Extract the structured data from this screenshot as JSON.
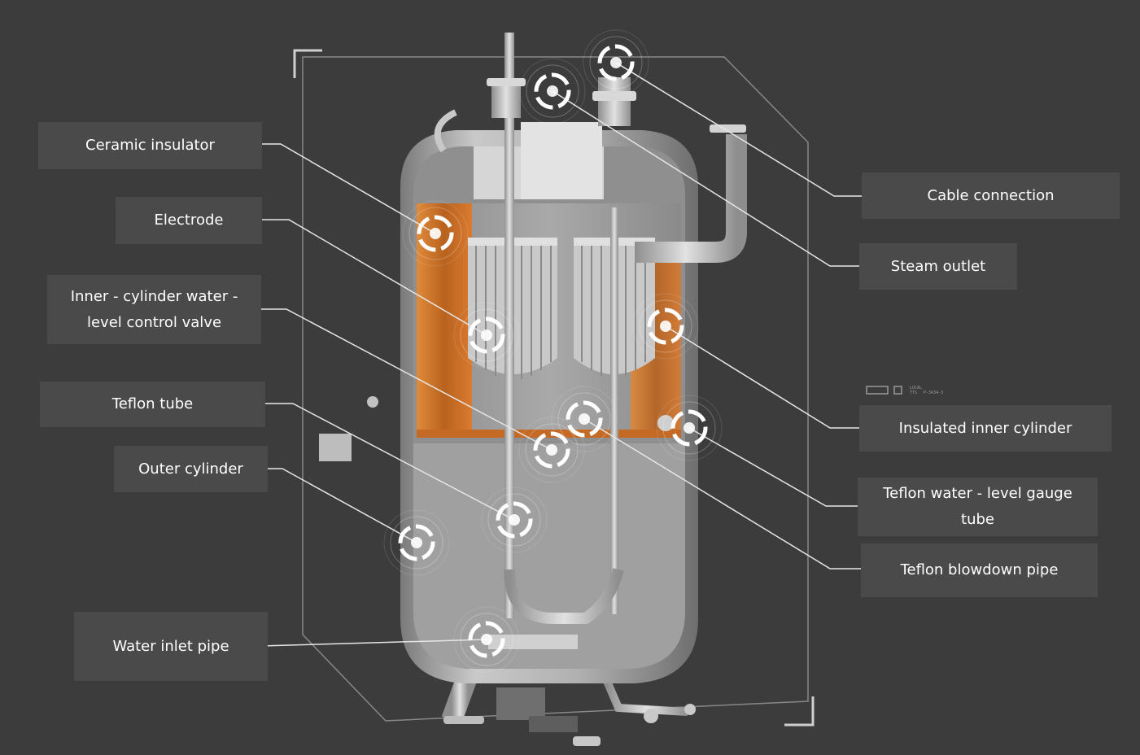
{
  "labels": {
    "ceramic_insulator": "Ceramic insulator",
    "electrode": "Electrode",
    "inner_valve_line1": "Inner - cylinder water -",
    "inner_valve_line2": "level control valve",
    "teflon_tube": "Teflon tube",
    "outer_cylinder": "Outer cylinder",
    "water_inlet_pipe": "Water inlet pipe",
    "cable_connection": "Cable connection",
    "steam_outlet": "Steam outlet",
    "insulated_inner_cylinder": "Insulated inner cylinder",
    "teflon_gauge_tube": "Teflon water - level gauge tube",
    "teflon_blowdown_pipe": "Teflon blowdown pipe"
  },
  "tag": {
    "line1": "LOCAL",
    "line2": "TTS",
    "line3": "P-3434-3"
  },
  "colors": {
    "background": "#3c3c3c",
    "label_box": "#4a4a4a",
    "leader_line": "#e6e6e6",
    "vessel_metal": "#b8b8b8",
    "inner_cylinder_copper": "#c8702a"
  },
  "icons": {
    "hotspot": "target-ring-icon"
  }
}
